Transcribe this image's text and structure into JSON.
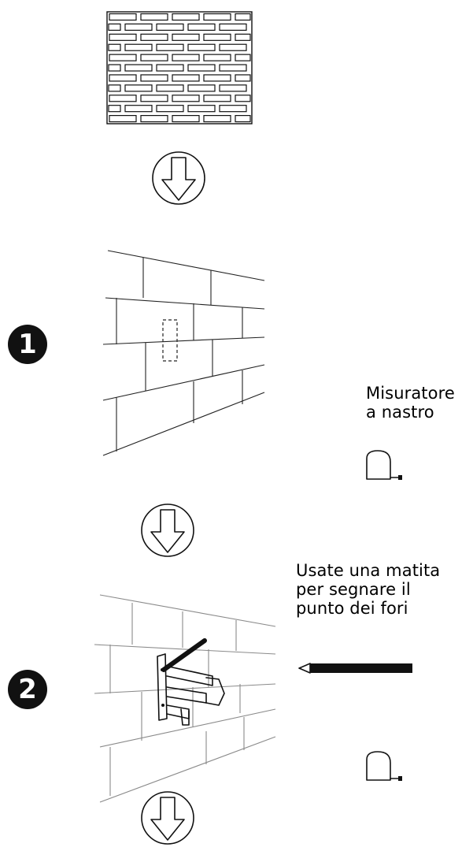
{
  "steps": [
    {
      "number": "1",
      "tool_label_line1": "Misuratore",
      "tool_label_line2": "a nastro"
    },
    {
      "number": "2",
      "instruction_line1": "Usate una matita",
      "instruction_line2": "per segnare il",
      "instruction_line3": "punto dei fori"
    }
  ],
  "icons": [
    "brick-wall-icon",
    "down-arrow-icon",
    "tape-measure-icon",
    "pencil-icon"
  ]
}
